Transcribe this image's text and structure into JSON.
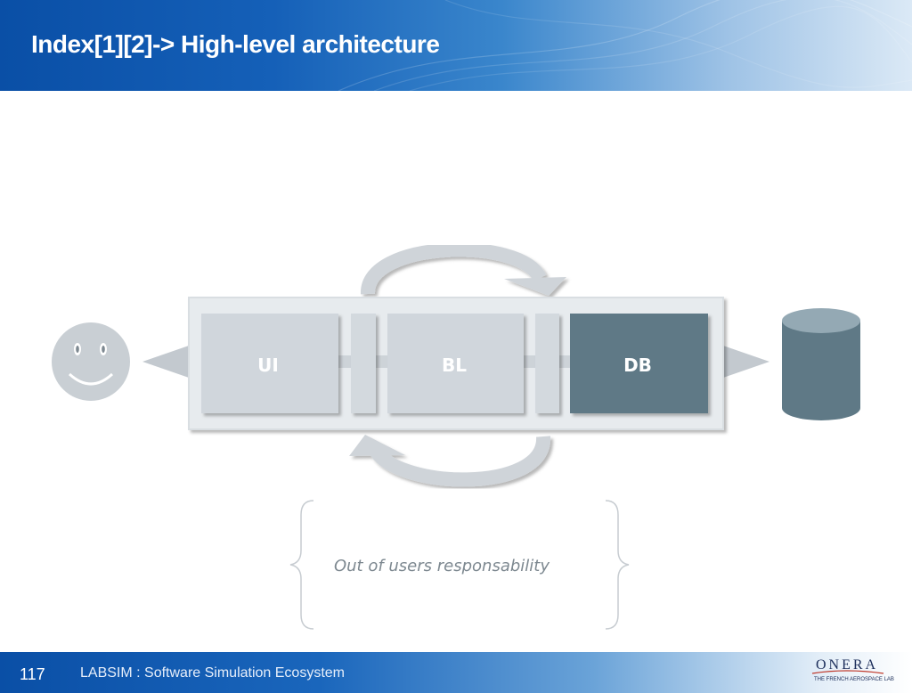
{
  "header": {
    "title": "Index[1][2]-> High-level architecture"
  },
  "diagram": {
    "boxes": [
      {
        "id": "ui",
        "label": "UI"
      },
      {
        "id": "bl",
        "label": "BL"
      },
      {
        "id": "db",
        "label": "DB"
      }
    ],
    "brace_note": "Out of users responsability",
    "icons": {
      "user": "smiley-face-icon",
      "database": "database-cylinder-icon",
      "cycle_top": "circular-arrow-icon",
      "cycle_bottom": "circular-arrow-icon"
    },
    "colors": {
      "box_light": "#d0d6dc",
      "box_dark": "#5f7986",
      "arrow": "#c3c9cf",
      "db_cylinder": "#5f7986",
      "db_top": "#94a9b4"
    }
  },
  "footer": {
    "page_number": "117",
    "text": "LABSIM : Software Simulation Ecosystem",
    "logo": {
      "word": "ONERA",
      "tagline": "THE FRENCH AEROSPACE LAB"
    }
  }
}
